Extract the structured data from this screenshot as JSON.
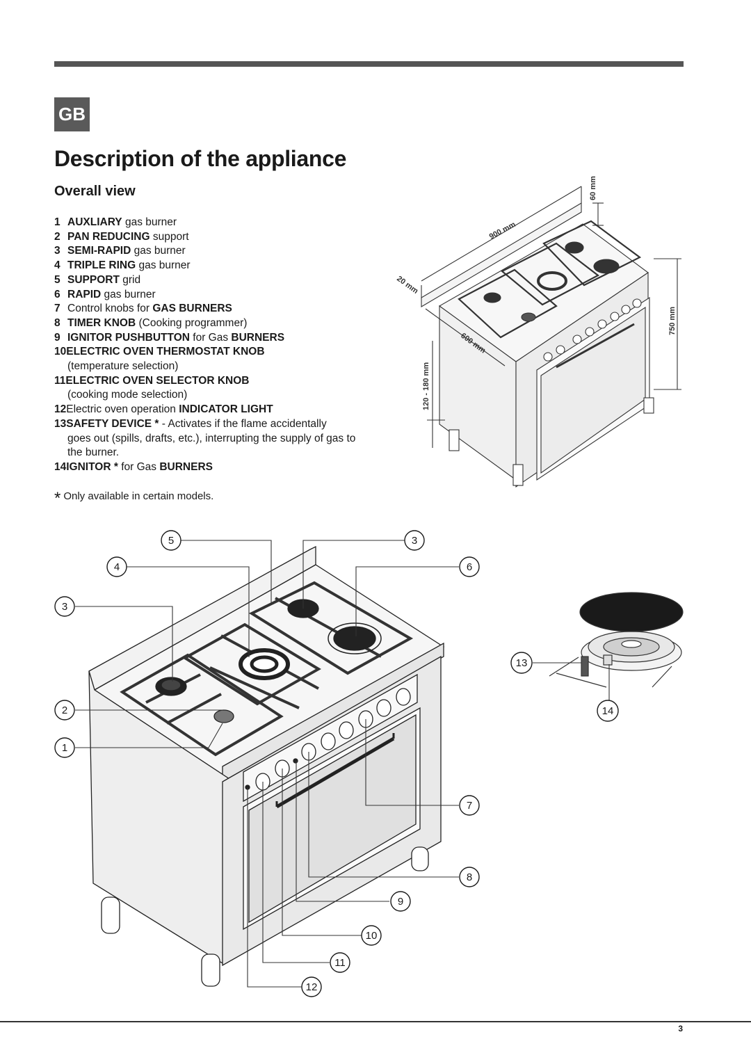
{
  "header": {
    "lang_badge": "GB"
  },
  "title": "Description of the appliance",
  "subtitle": "Overall view",
  "items": [
    {
      "num": "1",
      "bold": "AUXLIARY",
      "text": " gas burner"
    },
    {
      "num": "2",
      "bold": "PAN REDUCING",
      "text": " support"
    },
    {
      "num": "3",
      "bold": "SEMI-RAPID",
      "text": " gas burner"
    },
    {
      "num": "4",
      "bold": "TRIPLE RING",
      "text": " gas burner"
    },
    {
      "num": "5",
      "bold": "SUPPORT",
      "text": " grid"
    },
    {
      "num": "6",
      "bold": "RAPID",
      "text": " gas burner"
    },
    {
      "num": "7",
      "pre": "Control knobs for ",
      "bold": "GAS BURNERS"
    },
    {
      "num": "8",
      "bold": "TIMER KNOB",
      "text": " (Cooking programmer)"
    },
    {
      "num": "9",
      "bold": "IGNITOR PUSHBUTTON",
      "text": " for Gas ",
      "bold2": "BURNERS"
    },
    {
      "num": "10",
      "bold": "ELECTRIC OVEN THERMOSTAT KNOB",
      "sub": "(temperature selection)"
    },
    {
      "num": "11",
      "bold": "ELECTRIC OVEN SELECTOR KNOB",
      "sub": "(cooking mode selection)"
    },
    {
      "num": "12",
      "pre": "Electric oven operation ",
      "bold": "INDICATOR LIGHT"
    },
    {
      "num": "13",
      "bold": "SAFETY DEVICE *",
      "text": "  - Activates if the flame accidentally",
      "sub": "goes out (spills, drafts, etc.), interrupting the supply of gas to the burner."
    },
    {
      "num": "14",
      "bold": "IGNITOR *",
      "text": " for Gas ",
      "bold2": "BURNERS"
    }
  ],
  "footnote": {
    "star": "*",
    "text": "Only available in certain models."
  },
  "dimensions": [
    "60 mm",
    "900 mm",
    "20 mm",
    "600 mm",
    "750 mm",
    "120 - 180 mm"
  ],
  "callouts": [
    "5",
    "3",
    "4",
    "6",
    "3",
    "2",
    "1",
    "7",
    "8",
    "9",
    "10",
    "11",
    "12",
    "13",
    "14"
  ],
  "page_number": "3"
}
